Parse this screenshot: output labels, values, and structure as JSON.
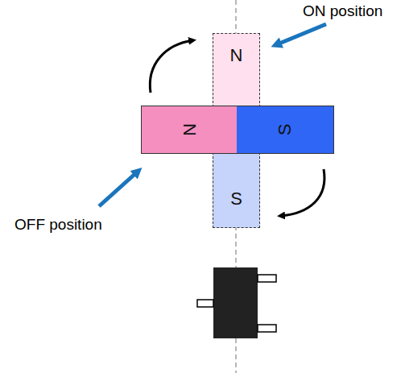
{
  "diagram": {
    "nodes": [
      {
        "text": [
          "N"
        ]
      },
      {
        "text": [
          "N"
        ]
      },
      {
        "text": [
          "S"
        ]
      },
      {
        "text": [
          "S"
        ]
      }
    ],
    "labels": [
      "ON position",
      "OFF position"
    ]
  }
}
